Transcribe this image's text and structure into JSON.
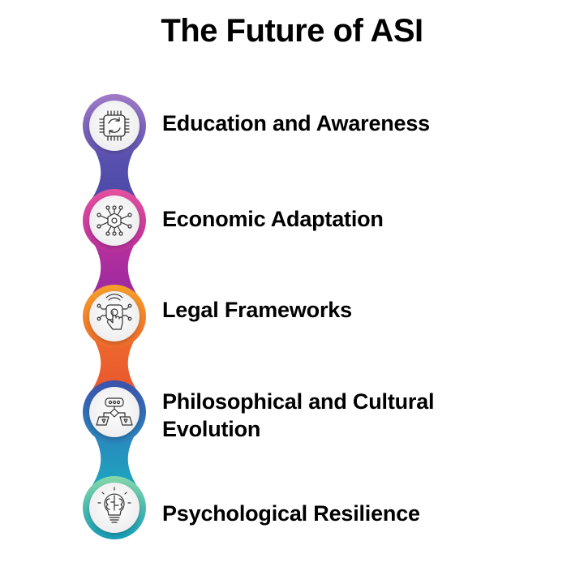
{
  "title": "The Future of ASI",
  "steps": [
    {
      "label": "Education and Awareness",
      "icon": "chip-refresh-icon",
      "color_top": "#9b6fc2",
      "color_bottom": "#5b4fb0"
    },
    {
      "label": "Economic Adaptation",
      "icon": "neural-network-hexagon-icon",
      "color_top": "#e0489a",
      "color_bottom": "#b5309a"
    },
    {
      "label": "Legal Frameworks",
      "icon": "touch-interface-hand-icon",
      "color_top": "#f49a2a",
      "color_bottom": "#ee6a2c"
    },
    {
      "label": "Philosophical and Cultural Evolution",
      "label_lines": [
        "Philosophical and Cultural",
        "Evolution"
      ],
      "icon": "decision-flowchart-icon",
      "color_top": "#3f5bb0",
      "color_bottom": "#1f9cbf"
    },
    {
      "label": "Psychological Resilience",
      "icon": "brain-lightbulb-icon",
      "color_top": "#7fd6a6",
      "color_bottom": "#1aa0b8"
    }
  ],
  "colors": {
    "text": "#000000",
    "circle_fill": "#f4f4f5",
    "icon_stroke": "#333333"
  }
}
